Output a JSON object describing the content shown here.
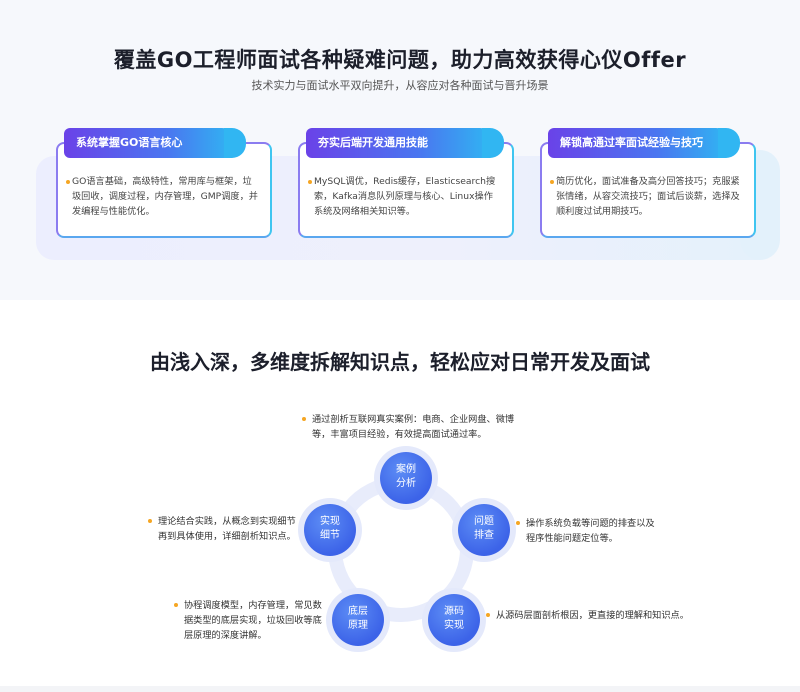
{
  "top": {
    "title": "覆盖GO工程师面试各种疑难问题，助力高效获得心仪Offer",
    "subtitle": "技术实力与面试水平双向提升，从容应对各种面试与晋升场景"
  },
  "cards": [
    {
      "title": "系统掌握GO语言核心",
      "body": "GO语言基础，高级特性，常用库与框架，垃圾回收，调度过程，内存管理，GMP调度，并发编程与性能优化。"
    },
    {
      "title": "夯实后端开发通用技能",
      "body": "MySQL调优，Redis缓存，Elasticsearch搜索，Kafka消息队列原理与核心、Linux操作系统及网络相关知识等。"
    },
    {
      "title": "解锁高通过率面试经验与技巧",
      "body": "简历优化，面试准备及高分回答技巧；克服紧张情绪，从容交流技巧；面试后谈薪，选择及顺利度过试用期技巧。"
    }
  ],
  "section2": {
    "title": "由浅入深，多维度拆解知识点，轻松应对日常开发及面试"
  },
  "nodes": [
    {
      "label": "案例\n分析",
      "desc": "通过剖析互联网真实案例：电商、企业网盘、微博等，丰富项目经验，有效提高面试通过率。"
    },
    {
      "label": "问题\n排查",
      "desc": "操作系统负载等问题的排查以及程序性能问题定位等。"
    },
    {
      "label": "源码\n实现",
      "desc": "从源码层面剖析根因，更直接的理解和知识点。"
    },
    {
      "label": "底层\n原理",
      "desc": "协程调度模型，内存管理，常见数据类型的底层实现，垃圾回收等底层原理的深度讲解。"
    },
    {
      "label": "实现\n细节",
      "desc": "理论结合实践，从概念到实现细节再到具体使用，详细剖析知识点。"
    }
  ],
  "colors": {
    "accent": "#3c63e8",
    "gradient_start": "#6a42e8",
    "gradient_end": "#2fb8f2",
    "bullet": "#f5a623"
  }
}
